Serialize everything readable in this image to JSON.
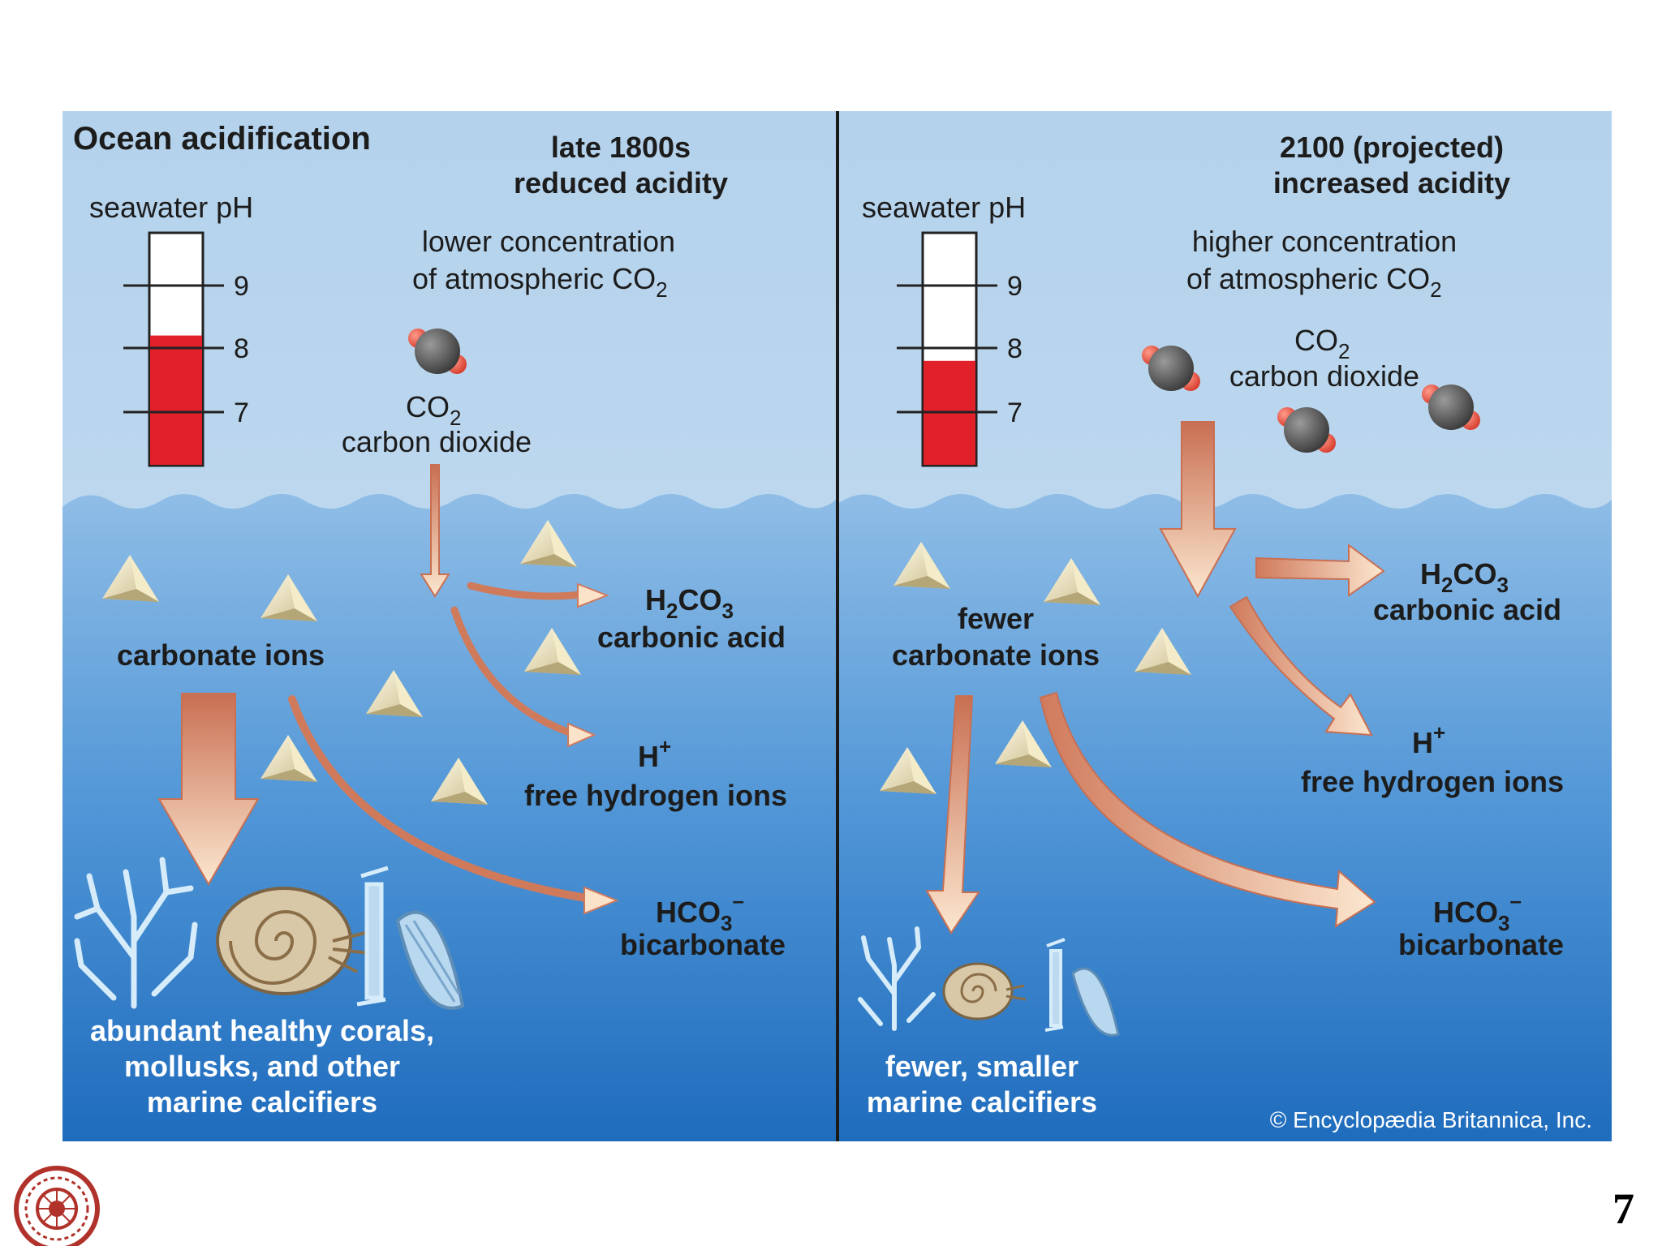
{
  "title": "Ocean acidification",
  "left": {
    "era": "late 1800s",
    "acidity": "reduced acidity",
    "ph_label": "seawater pH",
    "ph_ticks": [
      "9",
      "8",
      "7"
    ],
    "ph_level": 8.2,
    "atmosphere_line1": "lower concentration",
    "atmosphere_line2": "of atmospheric CO",
    "co2_formula": "CO",
    "co2_name": "carbon dioxide",
    "carbonate": "carbonate ions",
    "h2co3_formula": "H",
    "h2co3_mid": "CO",
    "h2co3_name": "carbonic acid",
    "hplus_formula": "H",
    "hplus_name": "free hydrogen ions",
    "hco3_formula": "HCO",
    "hco3_name": "bicarbonate",
    "calcifier_line1": "abundant healthy corals,",
    "calcifier_line2": "mollusks, and other",
    "calcifier_line3": "marine calcifiers"
  },
  "right": {
    "era": "2100 (projected)",
    "acidity": "increased acidity",
    "ph_label": "seawater pH",
    "ph_ticks": [
      "9",
      "8",
      "7"
    ],
    "ph_level": 7.8,
    "atmosphere_line1": "higher concentration",
    "atmosphere_line2": "of atmospheric CO",
    "co2_formula": "CO",
    "co2_name": "carbon dioxide",
    "carbonate_line1": "fewer",
    "carbonate_line2": "carbonate ions",
    "h2co3_formula": "H",
    "h2co3_mid": "CO",
    "h2co3_name": "carbonic acid",
    "hplus_formula": "H",
    "hplus_name": "free hydrogen ions",
    "hco3_formula": "HCO",
    "hco3_name": "bicarbonate",
    "calcifier_line1": "fewer, smaller",
    "calcifier_line2": "marine calcifiers"
  },
  "subscripts": {
    "two": "2",
    "three": "3",
    "plus": "+",
    "minus": "–"
  },
  "copyright": "© Encyclopædia Britannica, Inc.",
  "page_number": "7",
  "colors": {
    "sky_top": "#a9c9e6",
    "water_deep": "#1f6fc0",
    "ph_fill": "#e2202a",
    "arrow_light": "#f8e3c8",
    "arrow_dark": "#d9866a"
  }
}
